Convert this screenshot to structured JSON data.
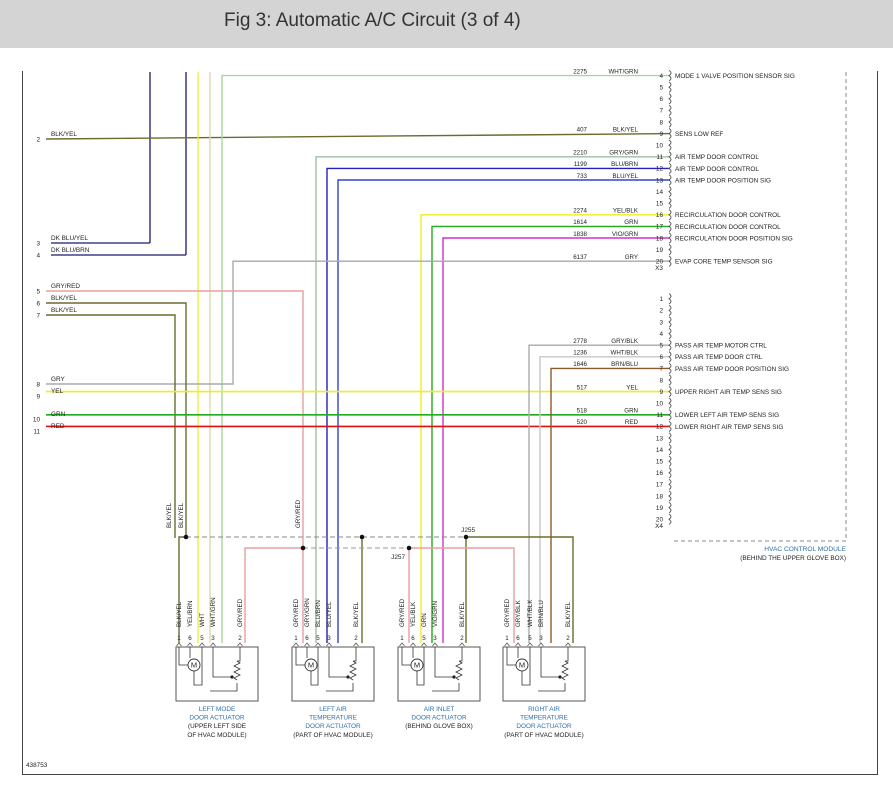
{
  "header": {
    "title": "Fig 3: Automatic A/C Circuit (3 of 4)"
  },
  "colors": {
    "header_bg": "#d4d4d4",
    "blk_yel": "#6b6b2f",
    "dk_blu": "#1b1b6e",
    "yel": "#eeee22",
    "wht_grn": "#a9d6a0",
    "gry_red": "#e8a0a0",
    "gry": "#aaaaaa",
    "grn": "#22aa22",
    "red": "#dd1111",
    "blu": "#2222bb",
    "vio": "#cc33cc",
    "brn": "#8b5a2b",
    "module_blue": "#2f6fa8"
  },
  "left_pins": [
    {
      "pin": "2",
      "label": "BLK/YEL"
    },
    {
      "pin": "3",
      "label": "DK BLU/YEL"
    },
    {
      "pin": "4",
      "label": "DK BLU/BRN"
    },
    {
      "pin": "5",
      "label": "GRY/RED"
    },
    {
      "pin": "6",
      "label": "BLK/YEL"
    },
    {
      "pin": "7",
      "label": "BLK/YEL"
    },
    {
      "pin": "8",
      "label": "GRY"
    },
    {
      "pin": "9",
      "label": "YEL"
    },
    {
      "pin": "10",
      "label": "GRN"
    },
    {
      "pin": "11",
      "label": "RED"
    }
  ],
  "x3_connector": {
    "id": "X3",
    "pins": [
      {
        "pin": "4",
        "circuit": "2275",
        "color": "WHT/GRN",
        "function": "MODE 1 VALVE POSITION SENSOR SIG"
      },
      {
        "pin": "5",
        "circuit": "",
        "color": "",
        "function": ""
      },
      {
        "pin": "6",
        "circuit": "",
        "color": "",
        "function": ""
      },
      {
        "pin": "7",
        "circuit": "",
        "color": "",
        "function": ""
      },
      {
        "pin": "8",
        "circuit": "",
        "color": "",
        "function": ""
      },
      {
        "pin": "9",
        "circuit": "407",
        "color": "BLK/YEL",
        "function": "SENS LOW REF"
      },
      {
        "pin": "10",
        "circuit": "",
        "color": "",
        "function": ""
      },
      {
        "pin": "11",
        "circuit": "2210",
        "color": "GRY/GRN",
        "function": "AIR TEMP DOOR CONTROL"
      },
      {
        "pin": "12",
        "circuit": "1199",
        "color": "BLU/BRN",
        "function": "AIR TEMP DOOR CONTROL"
      },
      {
        "pin": "13",
        "circuit": "733",
        "color": "BLU/YEL",
        "function": "AIR TEMP DOOR POSITION SIG"
      },
      {
        "pin": "14",
        "circuit": "",
        "color": "",
        "function": ""
      },
      {
        "pin": "15",
        "circuit": "",
        "color": "",
        "function": ""
      },
      {
        "pin": "16",
        "circuit": "2274",
        "color": "YEL/BLK",
        "function": "RECIRCULATION DOOR CONTROL"
      },
      {
        "pin": "17",
        "circuit": "1614",
        "color": "GRN",
        "function": "RECIRCULATION DOOR CONTROL"
      },
      {
        "pin": "18",
        "circuit": "1838",
        "color": "VIO/GRN",
        "function": "RECIRCULATION DOOR POSITION SIG"
      },
      {
        "pin": "19",
        "circuit": "",
        "color": "",
        "function": ""
      },
      {
        "pin": "20",
        "circuit": "6137",
        "color": "GRY",
        "function": "EVAP CORE TEMP SENSOR SIG"
      }
    ]
  },
  "x4_connector": {
    "id": "X4",
    "pins": [
      {
        "pin": "1",
        "circuit": "",
        "color": "",
        "function": ""
      },
      {
        "pin": "2",
        "circuit": "",
        "color": "",
        "function": ""
      },
      {
        "pin": "3",
        "circuit": "",
        "color": "",
        "function": ""
      },
      {
        "pin": "4",
        "circuit": "",
        "color": "",
        "function": ""
      },
      {
        "pin": "5",
        "circuit": "2778",
        "color": "GRY/BLK",
        "function": "PASS AIR TEMP MOTOR CTRL"
      },
      {
        "pin": "6",
        "circuit": "1236",
        "color": "WHT/BLK",
        "function": "PASS AIR TEMP DOOR CTRL"
      },
      {
        "pin": "7",
        "circuit": "1646",
        "color": "BRN/BLU",
        "function": "PASS AIR TEMP DOOR POSITION SIG"
      },
      {
        "pin": "8",
        "circuit": "",
        "color": "",
        "function": ""
      },
      {
        "pin": "9",
        "circuit": "517",
        "color": "YEL",
        "function": "UPPER RIGHT AIR TEMP SENS SIG"
      },
      {
        "pin": "10",
        "circuit": "",
        "color": "",
        "function": ""
      },
      {
        "pin": "11",
        "circuit": "518",
        "color": "GRN",
        "function": "LOWER LEFT AIR TEMP SENS SIG"
      },
      {
        "pin": "12",
        "circuit": "520",
        "color": "RED",
        "function": "LOWER RIGHT AIR TEMP SENS SIG"
      },
      {
        "pin": "13",
        "circuit": "",
        "color": "",
        "function": ""
      },
      {
        "pin": "14",
        "circuit": "",
        "color": "",
        "function": ""
      },
      {
        "pin": "15",
        "circuit": "",
        "color": "",
        "function": ""
      },
      {
        "pin": "16",
        "circuit": "",
        "color": "",
        "function": ""
      },
      {
        "pin": "17",
        "circuit": "",
        "color": "",
        "function": ""
      },
      {
        "pin": "18",
        "circuit": "",
        "color": "",
        "function": ""
      },
      {
        "pin": "19",
        "circuit": "",
        "color": "",
        "function": ""
      },
      {
        "pin": "20",
        "circuit": "",
        "color": "",
        "function": ""
      }
    ]
  },
  "hvac_module": {
    "name": "HVAC CONTROL MODULE",
    "location": "(BEHIND THE UPPER GLOVE BOX)"
  },
  "splices": [
    {
      "id": "J255"
    },
    {
      "id": "J257"
    }
  ],
  "vertical_labels": [
    "BLK/YEL",
    "BLK/YEL",
    "GRY/RED"
  ],
  "actuators": [
    {
      "name_lines": [
        "LEFT MODE",
        "DOOR ACTUATOR"
      ],
      "location_lines": [
        "(UPPER LEFT SIDE",
        "OF HVAC MODULE)"
      ],
      "pins": [
        {
          "pin": "1",
          "color": "BLK/YEL"
        },
        {
          "pin": "6",
          "color": "YEL/BRN"
        },
        {
          "pin": "5",
          "color": "WHT"
        },
        {
          "pin": "3",
          "color": "WHT/GRN"
        },
        {
          "pin": "2",
          "color": "GRY/RED"
        }
      ]
    },
    {
      "name_lines": [
        "LEFT AIR",
        "TEMPERATURE",
        "DOOR ACTUATOR"
      ],
      "location_lines": [
        "(PART OF HVAC MODULE)"
      ],
      "pins": [
        {
          "pin": "1",
          "color": "GRY/RED"
        },
        {
          "pin": "6",
          "color": "GRY/GRN"
        },
        {
          "pin": "5",
          "color": "BLU/BRN"
        },
        {
          "pin": "3",
          "color": "BLU/YEL"
        },
        {
          "pin": "2",
          "color": "BLK/YEL"
        }
      ]
    },
    {
      "name_lines": [
        "AIR INLET",
        "DOOR ACTUATOR"
      ],
      "location_lines": [
        "(BEHIND GLOVE BOX)"
      ],
      "pins": [
        {
          "pin": "1",
          "color": "GRY/RED"
        },
        {
          "pin": "6",
          "color": "YEL/BLK"
        },
        {
          "pin": "5",
          "color": "GRN"
        },
        {
          "pin": "3",
          "color": "VIO/GRN"
        },
        {
          "pin": "2",
          "color": "BLK/YEL"
        }
      ]
    },
    {
      "name_lines": [
        "RIGHT AIR",
        "TEMPERATURE",
        "DOOR ACTUATOR"
      ],
      "location_lines": [
        "(PART OF HVAC MODULE)"
      ],
      "pins": [
        {
          "pin": "1",
          "color": "GRY/RED"
        },
        {
          "pin": "6",
          "color": "GRY/BLK"
        },
        {
          "pin": "5",
          "color": "WHT/BLK"
        },
        {
          "pin": "3",
          "color": "BRN/BLU"
        },
        {
          "pin": "2",
          "color": "BLK/YEL"
        }
      ]
    }
  ],
  "footer": {
    "figure_id": "438753"
  }
}
